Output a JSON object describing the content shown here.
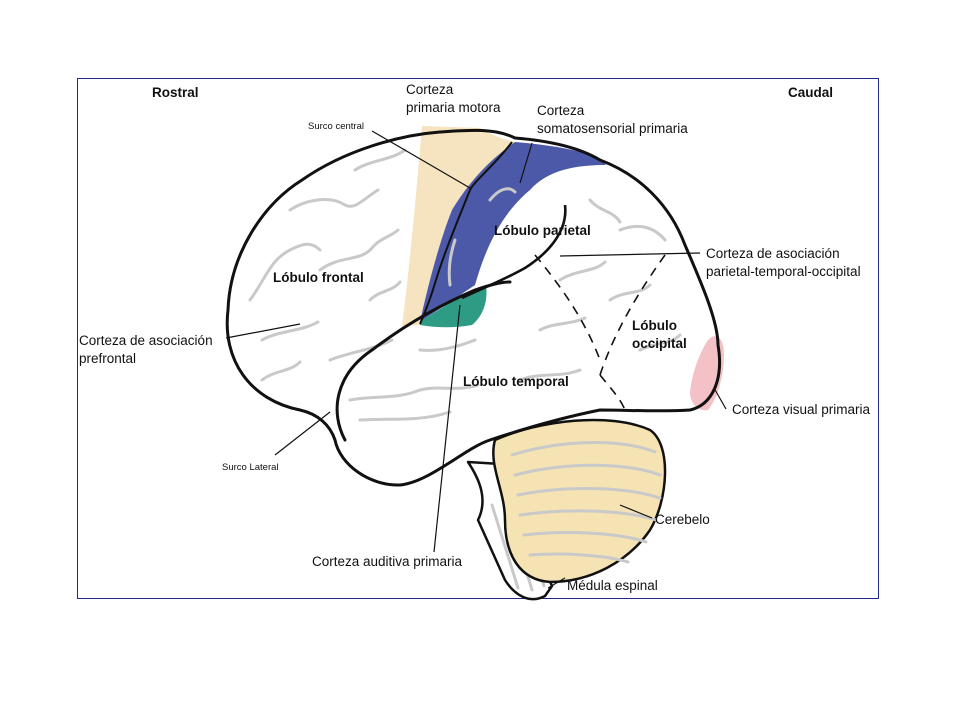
{
  "corners": {
    "left": "Rostral",
    "right": "Caudal"
  },
  "labels": {
    "motor": [
      "Corteza",
      "primaria motora"
    ],
    "somatosensory": [
      "Corteza",
      "somatosensorial primaria"
    ],
    "central_sulcus": "Surco central",
    "parietal_lobe": "Lóbulo parietal",
    "pto_association": [
      "Corteza de asociación",
      "parietal-temporal-occipital"
    ],
    "frontal_lobe": "Lóbulo frontal",
    "prefrontal": [
      "Corteza de asociación",
      "prefrontal"
    ],
    "occipital_lobe": [
      "Lóbulo",
      "occipital"
    ],
    "temporal_lobe": "Lóbulo temporal",
    "visual": "Corteza visual primaria",
    "lateral_sulcus": "Surco Lateral",
    "cerebellum": "Cerebelo",
    "auditory": "Corteza auditiva primaria",
    "spinal_cord": "Médula espinal"
  },
  "colors": {
    "frame": "#1f2a8a",
    "motor_cortex": "#f6e3bf",
    "somatosensory_cortex": "#4c58a8",
    "auditory_cortex": "#2e9c84",
    "visual_cortex": "#f4c2c6",
    "cerebellum": "#f6e3b4"
  }
}
